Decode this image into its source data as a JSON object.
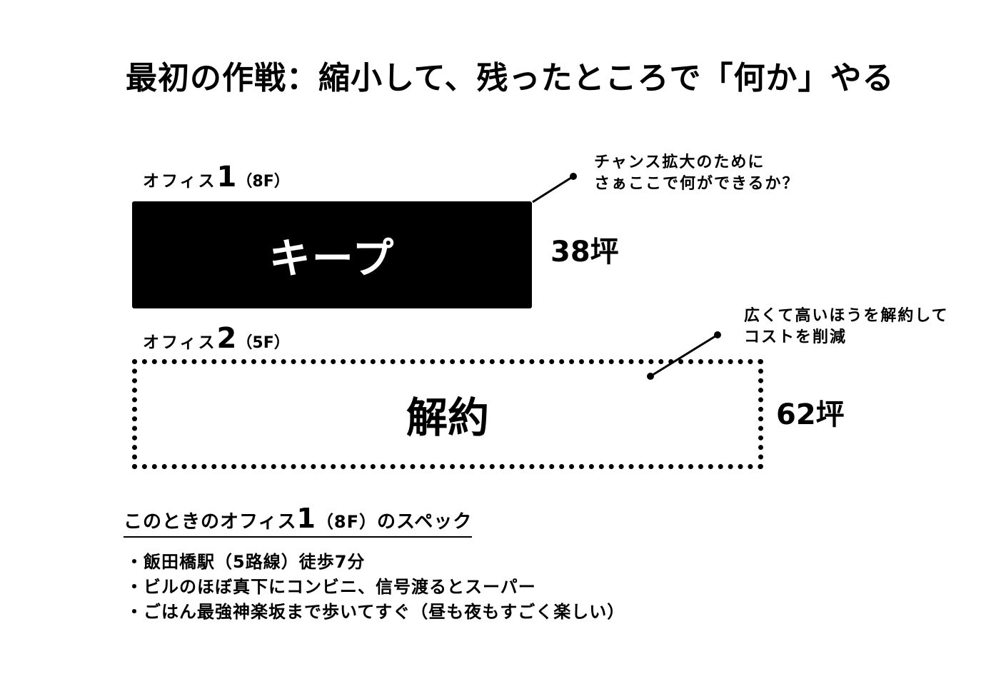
{
  "title": "最初の作戦：縮小して、残ったところで「何か」やる",
  "offices": [
    {
      "label_prefix": "オフィス",
      "number": "1",
      "floor": "（8F）",
      "action": "キープ",
      "area": "38坪",
      "note_lines": [
        "チャンス拡大のために",
        "さぁここで何ができるか？"
      ]
    },
    {
      "label_prefix": "オフィス",
      "number": "2",
      "floor": "（5F）",
      "action": "解約",
      "area": "62坪",
      "note_lines": [
        "広くて高いほうを解約して",
        "コストを削減"
      ]
    }
  ],
  "specs": {
    "title_prefix": "このときのオフィス",
    "title_number": "1",
    "title_floor": "（8F）",
    "title_suffix": "のスペック",
    "items": [
      "飯田橋駅（5路線）徒歩7分",
      "ビルのほぼ真下にコンビニ、信号渡るとスーパー",
      "ごはん最強神楽坂まで歩いてすぐ（昼も夜もすごく楽しい）"
    ]
  },
  "colors": {
    "foreground": "#000000",
    "background": "#ffffff"
  }
}
